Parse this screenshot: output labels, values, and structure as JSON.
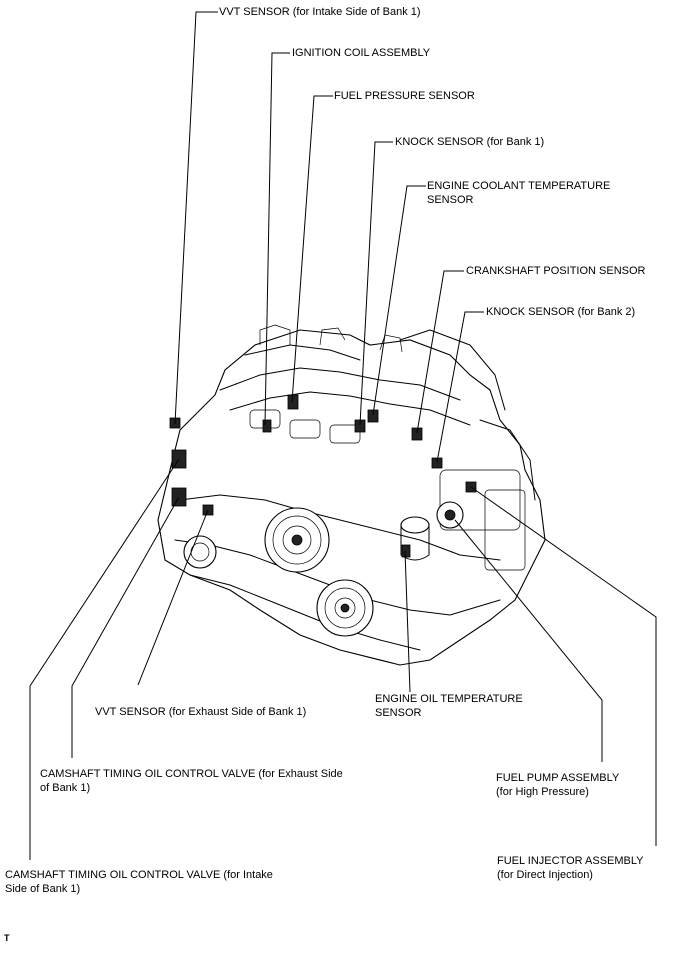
{
  "callouts": {
    "vvt_sensor_intake": "VVT SENSOR (for Intake Side of Bank 1)",
    "ignition_coil": "IGNITION COIL ASSEMBLY",
    "fuel_pressure_sensor": "FUEL PRESSURE SENSOR",
    "knock_sensor_bank1": "KNOCK SENSOR (for Bank 1)",
    "engine_coolant_temp_sensor": "ENGINE COOLANT TEMPERATURE\nSENSOR",
    "crankshaft_position_sensor": "CRANKSHAFT POSITION SENSOR",
    "knock_sensor_bank2": "KNOCK SENSOR (for Bank 2)",
    "vvt_sensor_exhaust": "VVT SENSOR (for Exhaust Side of Bank 1)",
    "engine_oil_temp_sensor": "ENGINE OIL TEMPERATURE\nSENSOR",
    "camshaft_ocv_exhaust": "CAMSHAFT TIMING OIL CONTROL VALVE (for Exhaust Side\nof Bank 1)",
    "fuel_pump_assembly": "FUEL PUMP ASSEMBLY\n(for High Pressure)",
    "fuel_injector_assembly": "FUEL INJECTOR ASSEMBLY\n(for Direct Injection)",
    "camshaft_ocv_intake": "CAMSHAFT TIMING OIL CONTROL VALVE (for Intake\nSide of Bank 1)"
  },
  "figure_id": "T"
}
